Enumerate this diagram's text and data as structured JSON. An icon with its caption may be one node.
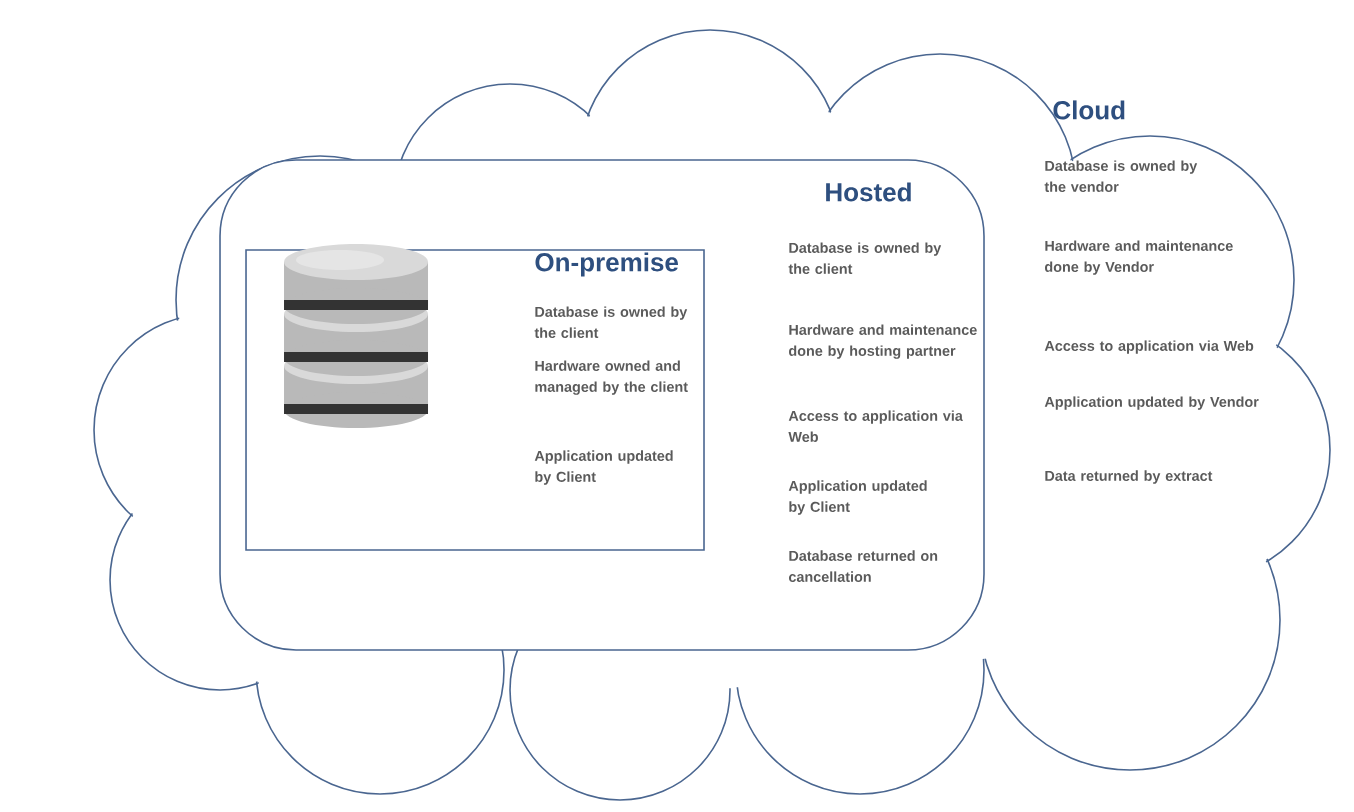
{
  "diagram": {
    "nodes": [
      {
        "text": [
          "Cloud",
          "Database is owned by the vendor",
          "Hardware and maintenance done by Vendor",
          "Access to application via Web",
          "Application updated by Vendor",
          "Data returned by extract"
        ]
      },
      {
        "text": [
          "Hosted",
          "Database is owned by the client",
          "Hardware and maintenance done by hosting partner",
          "Access to application via Web",
          "Application updated by Client",
          "Database returned on cancellation"
        ],
        "in": 0
      },
      {
        "text": [
          "On-premise",
          "Database is owned by the client",
          "Hardware owned and managed by the client",
          "Application updated by Client"
        ],
        "in": 1
      }
    ]
  }
}
